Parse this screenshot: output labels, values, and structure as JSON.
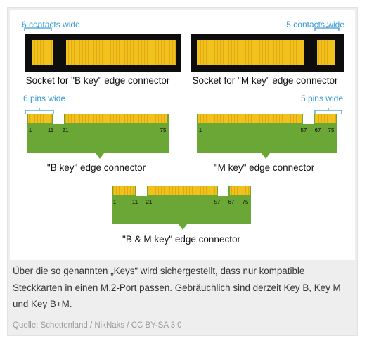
{
  "diagram": {
    "colors": {
      "socket_black": "#0d0d0d",
      "pin_yellow": "#f1c21b",
      "pin_stripe": "#e2a816",
      "pcb_green": "#6aa736",
      "bracket_blue": "#3a9bd6",
      "text_dark": "#111111"
    },
    "sockets": [
      {
        "id": "b-socket",
        "bracket_label": "6 contacts wide",
        "label": "Socket for \"B key\" edge connector"
      },
      {
        "id": "m-socket",
        "bracket_label": "5 contacts wide",
        "label": "Socket for \"M key\" edge connector"
      }
    ],
    "connectors": [
      {
        "id": "b-key",
        "bracket_label": "6 pins wide",
        "pin_numbers": [
          "1",
          "11",
          "21",
          "75"
        ],
        "label": "\"B key\" edge connector"
      },
      {
        "id": "m-key",
        "bracket_label": "5 pins wide",
        "pin_numbers": [
          "1",
          "57",
          "67",
          "75"
        ],
        "label": "\"M key\" edge connector"
      },
      {
        "id": "bm-key",
        "pin_numbers": [
          "1",
          "11",
          "21",
          "57",
          "67",
          "75"
        ],
        "label": "\"B & M key\" edge connector"
      }
    ]
  },
  "caption": "Über die so genannten „Keys“ wird sichergestellt, dass nur kompatible Steckkarten in einen M.2-Port passen. Gebräuchlich sind derzeit Key B, Key M und Key B+M.",
  "source": "Quelle: Schottenland / NikNaks / CC BY-SA 3.0"
}
